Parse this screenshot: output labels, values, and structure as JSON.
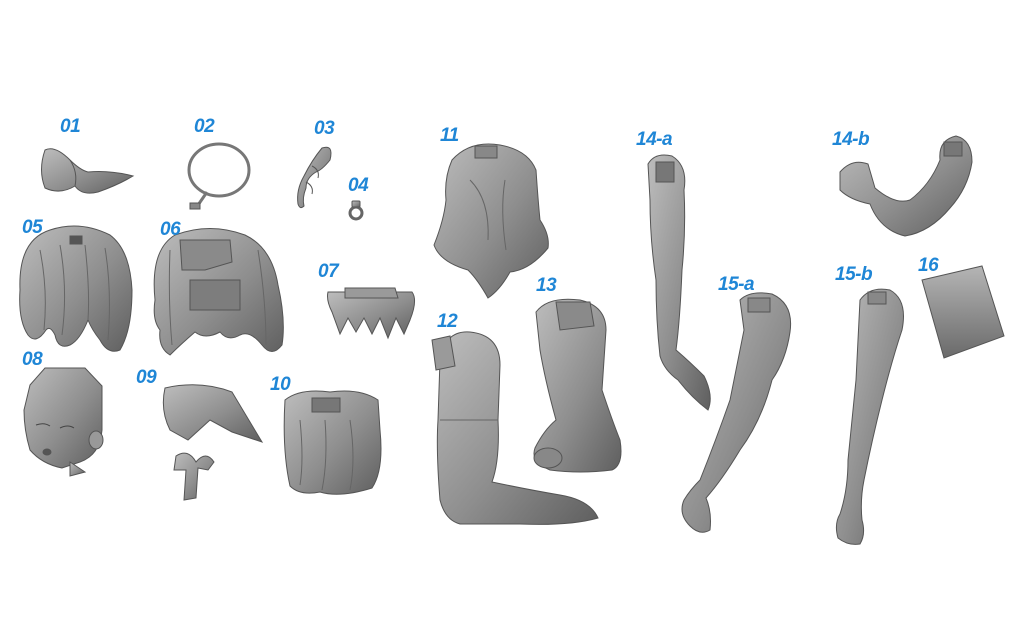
{
  "label_color": "#1f86d6",
  "part_color": "#8f8f8f",
  "parts": [
    {
      "id": "01",
      "label": "01",
      "name": "hair-bow-ribbon"
    },
    {
      "id": "02",
      "label": "02",
      "name": "halo-ring"
    },
    {
      "id": "03",
      "label": "03",
      "name": "hair-braid"
    },
    {
      "id": "04",
      "label": "04",
      "name": "small-ring"
    },
    {
      "id": "05",
      "label": "05",
      "name": "front-hair"
    },
    {
      "id": "06",
      "label": "06",
      "name": "back-hair"
    },
    {
      "id": "07",
      "label": "07",
      "name": "hair-fringe-piece"
    },
    {
      "id": "08",
      "label": "08",
      "name": "head"
    },
    {
      "id": "09",
      "label": "09",
      "name": "sailor-collar-with-bow"
    },
    {
      "id": "10",
      "label": "10",
      "name": "skirt"
    },
    {
      "id": "11",
      "label": "11",
      "name": "torso-swimsuit"
    },
    {
      "id": "12",
      "label": "12",
      "name": "right-leg-kneeling"
    },
    {
      "id": "13",
      "label": "13",
      "name": "left-leg-kneeling"
    },
    {
      "id": "14a",
      "label": "14-a",
      "name": "arm-14a"
    },
    {
      "id": "14b",
      "label": "14-b",
      "name": "arm-14b-fist"
    },
    {
      "id": "15a",
      "label": "15-a",
      "name": "arm-15a"
    },
    {
      "id": "15b",
      "label": "15-b",
      "name": "arm-15b"
    },
    {
      "id": "16",
      "label": "16",
      "name": "flat-plate"
    }
  ]
}
